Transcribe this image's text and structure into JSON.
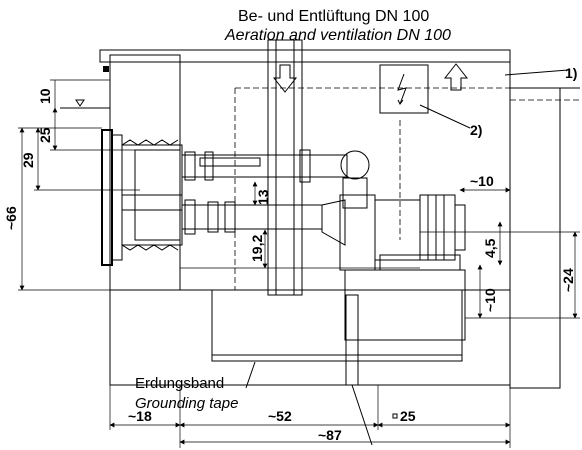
{
  "header": {
    "title_de": "Be- und Entlüftung DN 100",
    "title_en": "Aeration and ventilation DN 100"
  },
  "callouts": {
    "c1": "1)",
    "c2": "2)"
  },
  "grounding": {
    "label_de": "Erdungsband",
    "label_en": "Grounding tape"
  },
  "dimensions": {
    "d10_top": "10",
    "d25": "25",
    "d29": "29",
    "d66": "~66",
    "d13": "13",
    "d19_2": "19,2",
    "d10_right": "~10",
    "d4_5": "4,5",
    "d10_bottom": "~10",
    "d24": "~24",
    "d18": "~18",
    "d52": "~52",
    "d25_bottom": "25",
    "d87": "~87"
  },
  "colors": {
    "line": "#000000",
    "background": "#ffffff"
  }
}
